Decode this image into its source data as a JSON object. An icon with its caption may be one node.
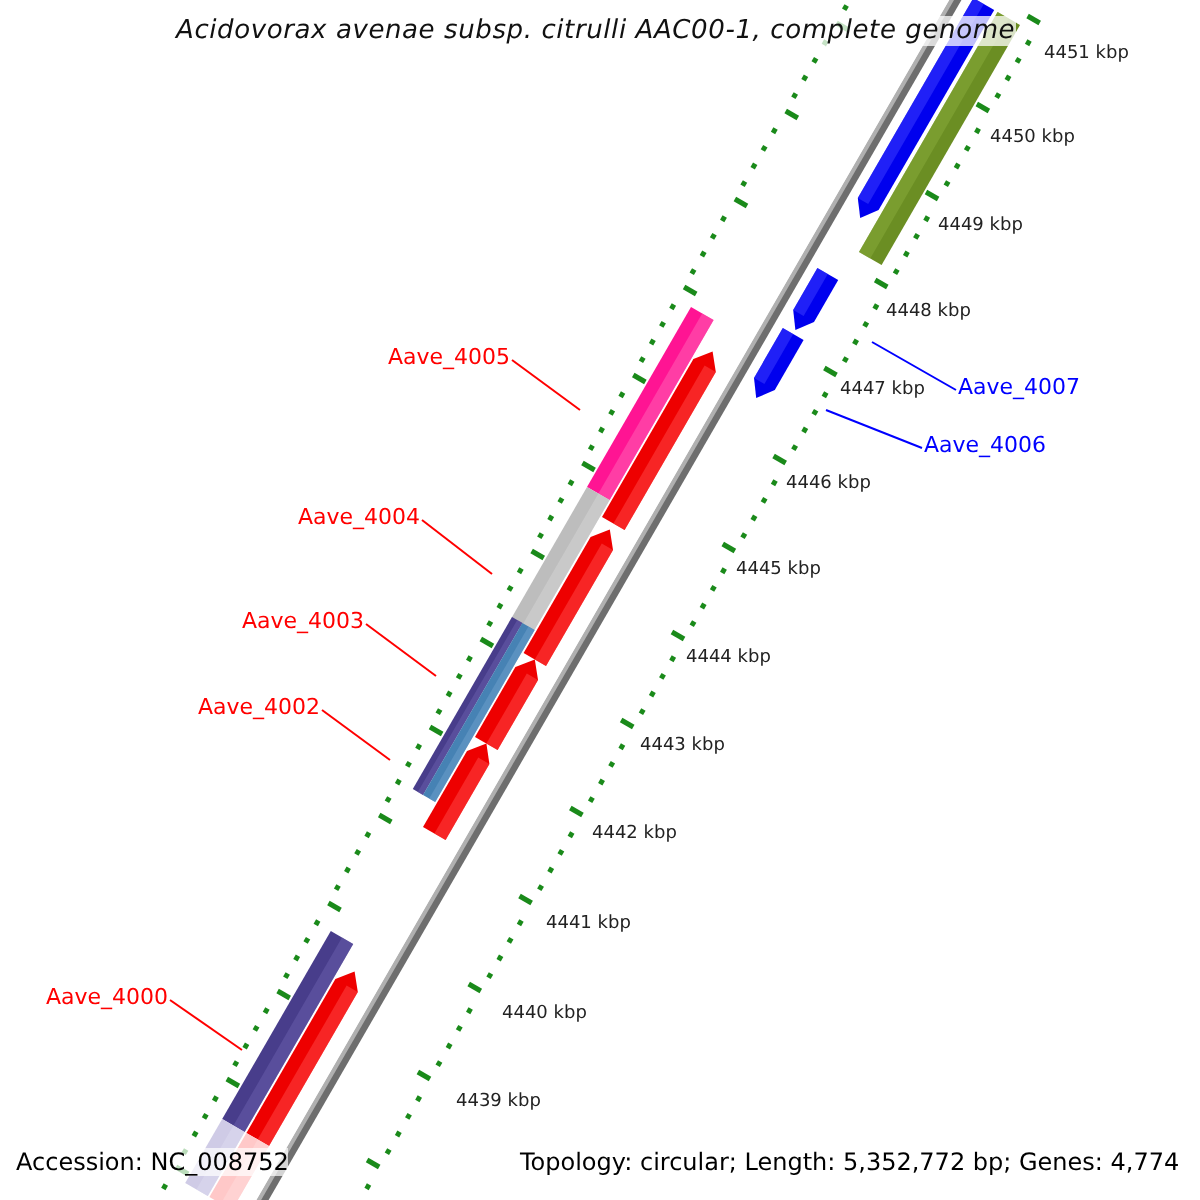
{
  "diagram": {
    "title": "Acidovorax avenae subsp. citrulli AAC00-1, complete genome",
    "nodes": [
      {
        "text": [
          "Aave_4005"
        ]
      },
      {
        "text": [
          "Aave_4007"
        ]
      },
      {
        "text": [
          "Aave_4006"
        ]
      },
      {
        "text": [
          "Aave_4004"
        ]
      },
      {
        "text": [
          "Aave_4003"
        ]
      },
      {
        "text": [
          "Aave_4002"
        ]
      },
      {
        "text": [
          "Aave_4000"
        ]
      }
    ],
    "edges": [
      {
        "from": 0,
        "to": null,
        "arrow": "none"
      },
      {
        "from": 1,
        "to": null,
        "arrow": "none",
        "color": "#0000ff"
      },
      {
        "from": 2,
        "to": null,
        "arrow": "none",
        "color": "#0000ff"
      },
      {
        "from": 3,
        "to": null,
        "arrow": "none"
      },
      {
        "from": 4,
        "to": null,
        "arrow": "none"
      },
      {
        "from": 5,
        "to": null,
        "arrow": "none"
      },
      {
        "from": 6,
        "to": null,
        "arrow": "none"
      }
    ],
    "labels": [
      "4451 kbp",
      "4450 kbp",
      "4449 kbp",
      "4448 kbp",
      "4447 kbp",
      "4446 kbp",
      "4445 kbp",
      "4444 kbp",
      "4443 kbp",
      "4442 kbp",
      "4441 kbp",
      "4440 kbp",
      "4439 kbp",
      "Accession: NC_008752",
      "Topology: circular; Length: 5,352,772 bp; Genes: 4,774"
    ]
  }
}
